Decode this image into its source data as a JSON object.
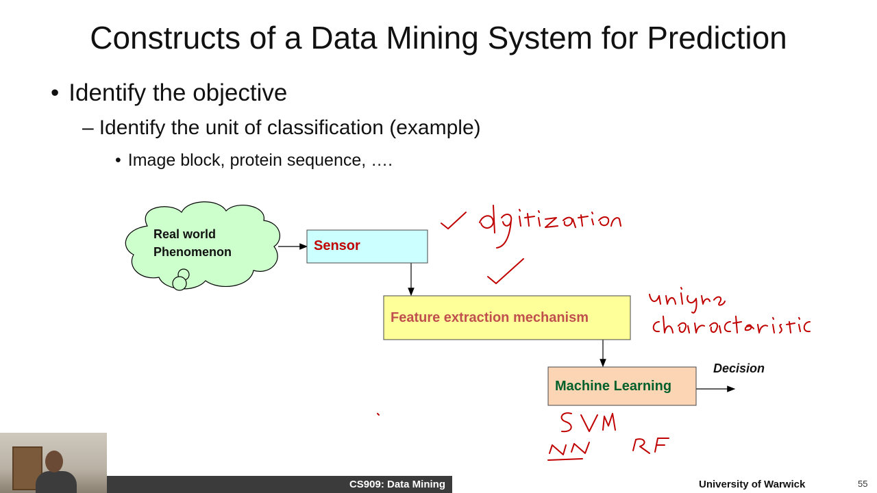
{
  "slide": {
    "title": "Constructs of a Data Mining System for Prediction",
    "bullets": {
      "level1": "Identify the objective",
      "level2": "Identify the unit of classification (example)",
      "level3": "Image block, protein sequence, …."
    },
    "bullet_marks": {
      "level1": "•",
      "level2": "–",
      "level3": "•"
    }
  },
  "diagram": {
    "cloud": {
      "line1": "Real world",
      "line2": "Phenomenon",
      "color": "#ccffcc"
    },
    "sensor": {
      "label": "Sensor",
      "color": "#ccffff",
      "text_color": "#c00000"
    },
    "feature": {
      "label": "Feature extraction mechanism",
      "color": "#ffff99",
      "text_color": "#c0504d"
    },
    "ml": {
      "label": "Machine Learning",
      "color": "#fcd5b4",
      "text_color": "#00602b"
    },
    "decision": "Decision"
  },
  "annotations": {
    "handwriting_color": "#c00000"
  },
  "footer": {
    "course": "CS909: Data Mining",
    "university": "University of Warwick",
    "page": "55"
  }
}
